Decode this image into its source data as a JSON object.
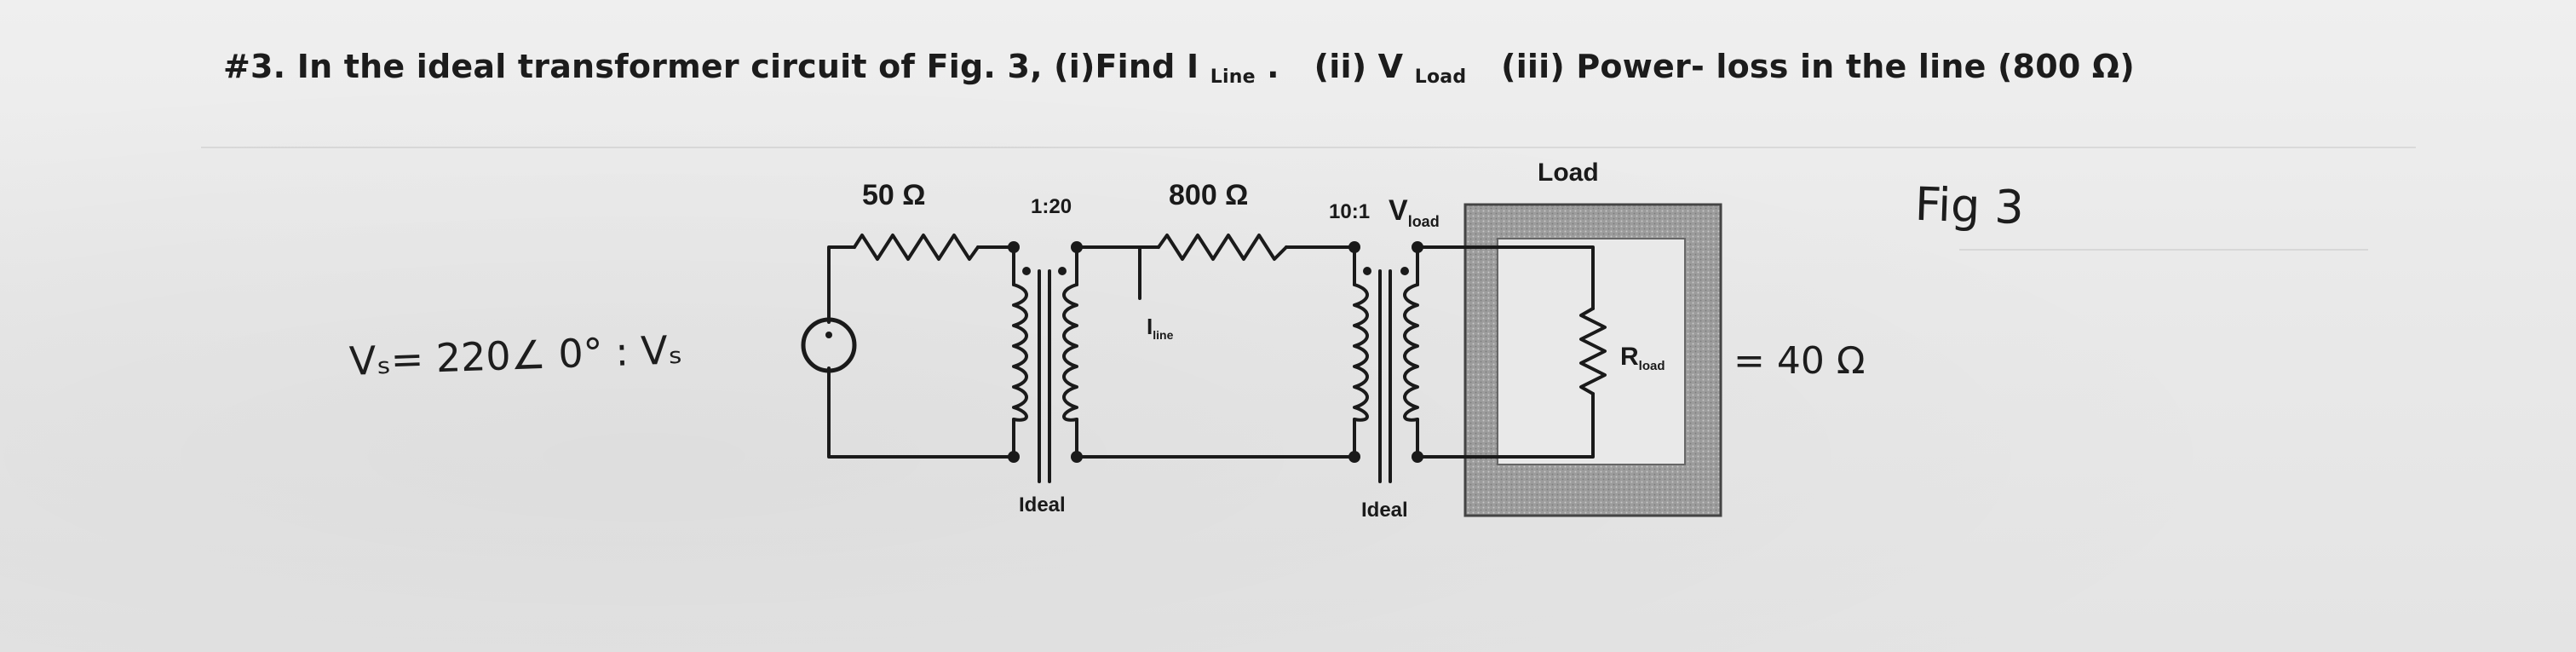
{
  "question": {
    "number": "#3.",
    "text_before": "In the ideal transformer circuit of Fig. 3, (i)Find I",
    "sub_line": "Line",
    "sep": " .",
    "part2_prefix": "(ii) V",
    "sub_load": "Load",
    "part3": "(iii) Power- loss in the line (800 Ω)"
  },
  "figure": {
    "r_source": "50 Ω",
    "ratio_1": "1:20",
    "r_line": "800 Ω",
    "ratio_2": "10:1",
    "v_label": "V",
    "v_sub": "load",
    "load_label": "Load",
    "i_label": "I",
    "i_sub": "line",
    "r_label": "R",
    "r_sub": "load",
    "ideal_1": "Ideal",
    "ideal_2": "Ideal"
  },
  "handwritten": {
    "vs": "Vₛ= 220∠ 0° : Vₛ",
    "rload_value": "= 40 Ω",
    "fig_label": "Fig 3"
  }
}
